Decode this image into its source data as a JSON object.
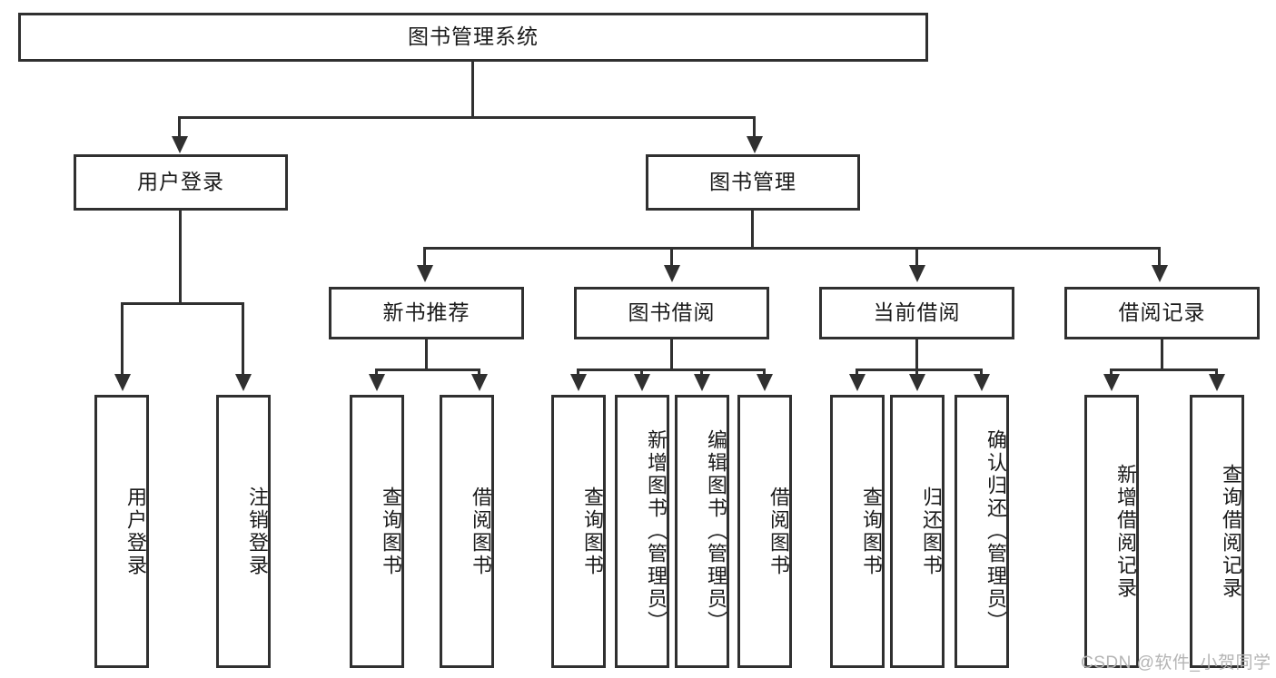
{
  "diagram": {
    "title": "图书管理系统",
    "root": {
      "label": "图书管理系统"
    },
    "level2": [
      {
        "label": "用户登录"
      },
      {
        "label": "图书管理"
      }
    ],
    "level3": [
      {
        "label": "新书推荐"
      },
      {
        "label": "图书借阅"
      },
      {
        "label": "当前借阅"
      },
      {
        "label": "借阅记录"
      }
    ],
    "leaves": {
      "user_login": [
        {
          "label": "用户登录"
        },
        {
          "label": "注销登录"
        }
      ],
      "new_book_recommend": [
        {
          "label": "查询图书"
        },
        {
          "label": "借阅图书"
        }
      ],
      "book_borrow": [
        {
          "label": "查询图书"
        },
        {
          "label": "新增图书（管理员）"
        },
        {
          "label": "编辑图书（管理员）"
        },
        {
          "label": "借阅图书"
        }
      ],
      "current_borrow": [
        {
          "label": "查询图书"
        },
        {
          "label": "归还图书"
        },
        {
          "label": "确认归还（管理员）"
        }
      ],
      "borrow_record": [
        {
          "label": "新增借阅记录"
        },
        {
          "label": "查询借阅记录"
        }
      ]
    }
  },
  "watermark": {
    "text": "CSDN @软件_小贺同学"
  },
  "colors": {
    "stroke": "#303030",
    "background": "#ffffff",
    "text": "#1a1a1a",
    "watermark": "#b4b4b4"
  }
}
